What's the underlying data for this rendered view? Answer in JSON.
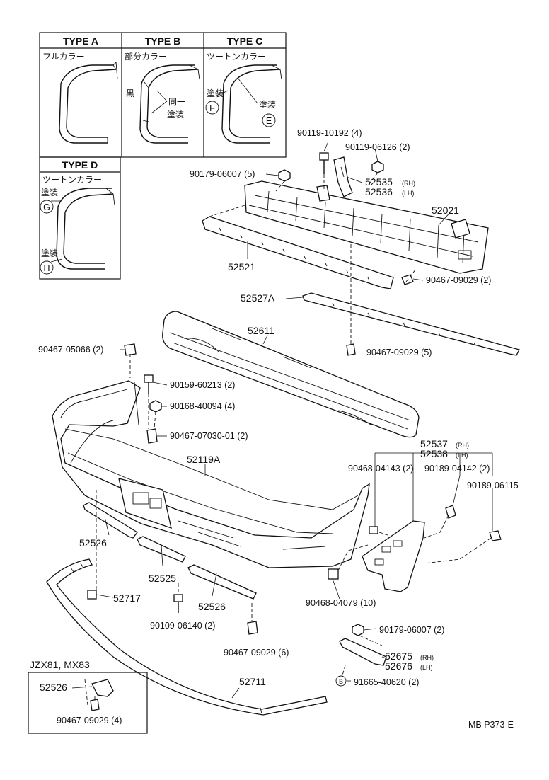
{
  "type_boxes": {
    "a": {
      "title": "TYPE A",
      "label": "フルカラー"
    },
    "b": {
      "title": "TYPE B",
      "label": "部分カラー",
      "black": "黒",
      "same": "同一",
      "paint": "塗装"
    },
    "c": {
      "title": "TYPE C",
      "label": "ツートンカラー",
      "paint_f": "塗装",
      "mark_f": "F",
      "paint_e": "塗装",
      "mark_e": "E"
    },
    "d": {
      "title": "TYPE D",
      "label": "ツートンカラー",
      "paint_g": "塗装",
      "mark_g": "G",
      "paint_h": "塗装",
      "mark_h": "H"
    }
  },
  "parts": {
    "p90119_10192": "90119-10192 (4)",
    "p90119_06126": "90119-06126 (2)",
    "p90179_06007_top": "90179-06007 (5)",
    "p52535": "52535",
    "p52535_side": "(RH)",
    "p52536": "52536",
    "p52536_side": "(LH)",
    "p52021": "52021",
    "p52521": "52521",
    "p90467_09029_2": "90467-09029 (2)",
    "p52527A": "52527A",
    "p52611": "52611",
    "p90467_05066": "90467-05066 (2)",
    "p90467_09029_5": "90467-09029 (5)",
    "p90159_60213": "90159-60213 (2)",
    "p90168_40094": "90168-40094 (4)",
    "p90467_07030": "90467-07030-01 (2)",
    "p52537": "52537",
    "p52537_side": "(RH)",
    "p52538": "52538",
    "p52538_side": "(LH)",
    "p52119A": "52119A",
    "p90468_04143": "90468-04143 (2)",
    "p90189_04142": "90189-04142 (2)",
    "p90189_06115": "90189-06115",
    "p52526_left": "52526",
    "p52525": "52525",
    "p52717": "52717",
    "p52526_mid": "52526",
    "p90109_06140": "90109-06140 (2)",
    "p90468_04079": "90468-04079 (10)",
    "p90179_06007_bot": "90179-06007 (2)",
    "p90467_09029_6": "90467-09029 (6)",
    "p52675": "52675",
    "p52675_side": "(RH)",
    "p52676": "52676",
    "p52676_side": "(LH)",
    "p91665_40620_mark": "B",
    "p91665_40620": "91665-40620 (2)",
    "p52711": "52711"
  },
  "inset": {
    "title": "JZX81, MX83",
    "p52526": "52526",
    "p90467_09029": "90467-09029 (4)"
  },
  "footer_code": "MB P373-E"
}
